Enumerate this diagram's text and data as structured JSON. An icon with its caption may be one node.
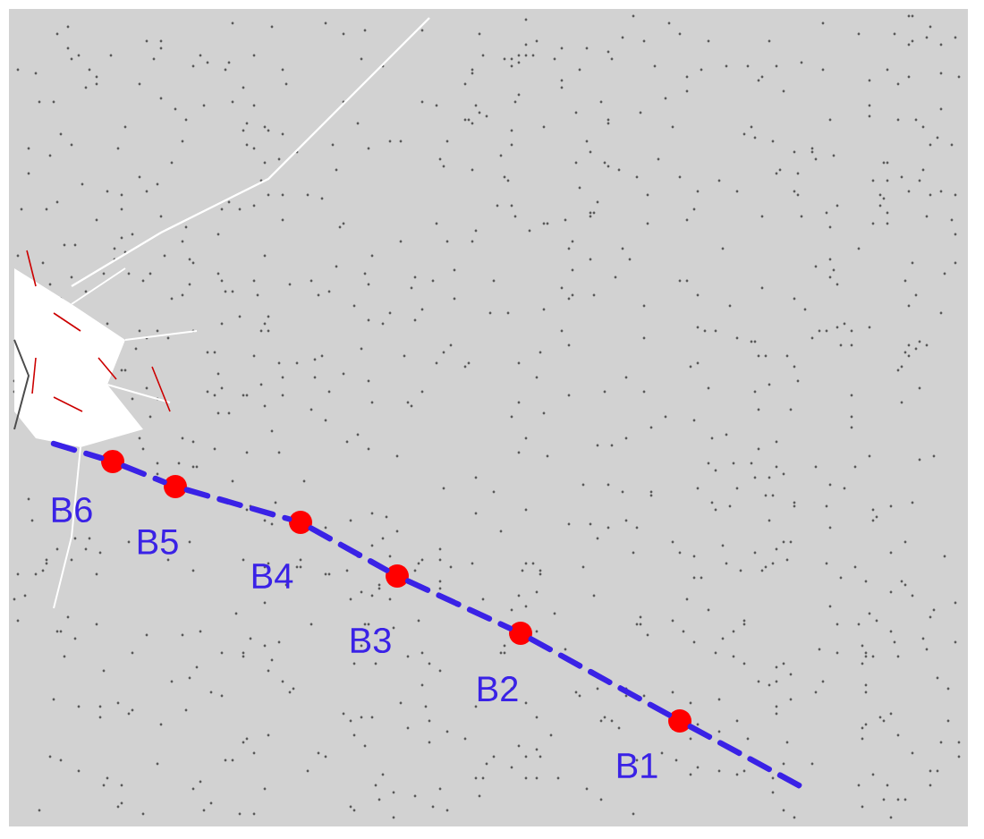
{
  "diagram": {
    "nodes": [
      {
        "text": [],
        "shape": "circle",
        "beside": [
          "B6"
        ]
      },
      {
        "text": [],
        "shape": "circle",
        "beside": [
          "B5"
        ]
      },
      {
        "text": [],
        "shape": "circle",
        "beside": [
          "B4"
        ]
      },
      {
        "text": [],
        "shape": "circle",
        "beside": [
          "B3"
        ]
      },
      {
        "text": [],
        "shape": "circle",
        "beside": [
          "B2"
        ]
      },
      {
        "text": [],
        "shape": "circle",
        "beside": [
          "B1"
        ]
      }
    ],
    "edges": [
      {
        "from": null,
        "to": 0,
        "arrow": "none",
        "style": "dashed"
      },
      {
        "from": 0,
        "to": 1,
        "arrow": "none",
        "style": "dashed"
      },
      {
        "from": 1,
        "to": 2,
        "arrow": "none",
        "style": "dashed"
      },
      {
        "from": 2,
        "to": 3,
        "arrow": "none",
        "style": "dashed"
      },
      {
        "from": 3,
        "to": 4,
        "arrow": "none",
        "style": "dashed"
      },
      {
        "from": 4,
        "to": 5,
        "arrow": "none",
        "style": "dashed"
      },
      {
        "from": 5,
        "to": null,
        "arrow": "none",
        "style": "dashed"
      }
    ]
  }
}
